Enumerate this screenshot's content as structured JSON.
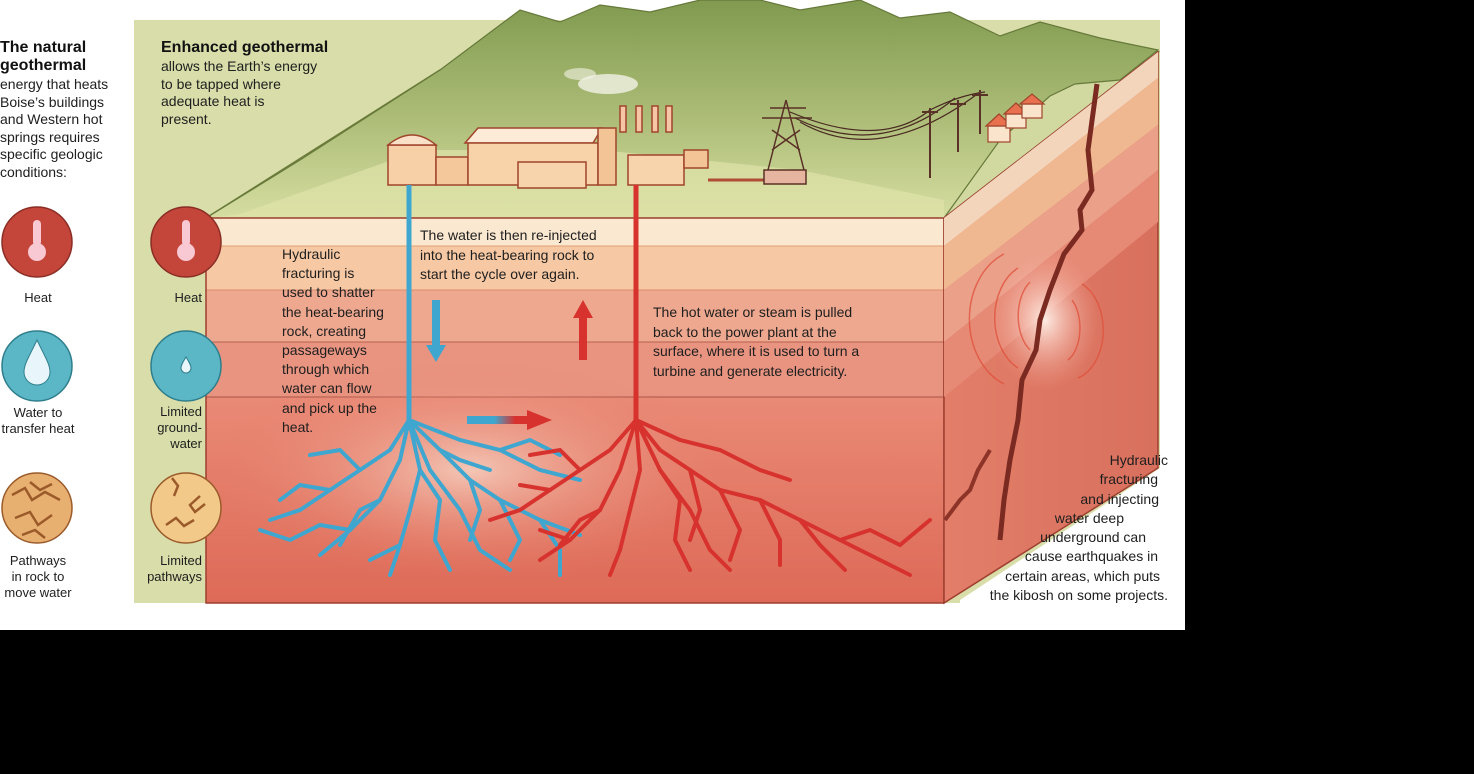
{
  "natural_panel": {
    "title": "The natural geothermal",
    "body": [
      "energy that heats",
      "Boise’s buildings",
      "and Western hot",
      "springs requires",
      "specific geologic",
      "conditions:"
    ],
    "title_lines": [
      "The natural",
      "geothermal"
    ],
    "conditions": [
      {
        "icon": "thermometer-icon",
        "label_lines": [
          "Heat"
        ]
      },
      {
        "icon": "water-drop-icon",
        "label_lines": [
          "Water to",
          "transfer heat"
        ]
      },
      {
        "icon": "rock-pathways-icon",
        "label_lines": [
          "Pathways",
          "in rock to",
          "move water"
        ]
      }
    ]
  },
  "enhanced_panel": {
    "title": "Enhanced geothermal",
    "body_lines": [
      "allows the Earth’s energy",
      "to be tapped where",
      "adequate heat is",
      "present."
    ],
    "conditions": [
      {
        "icon": "thermometer-icon",
        "label_lines": [
          "Heat"
        ]
      },
      {
        "icon": "small-water-drop-icon",
        "label_lines": [
          "Limited",
          "ground-",
          "water"
        ]
      },
      {
        "icon": "limited-pathways-icon",
        "label_lines": [
          "Limited",
          "pathways"
        ]
      }
    ]
  },
  "annotations": {
    "fracturing": [
      "Hydraulic",
      "fracturing is",
      "used to shatter",
      "the heat-bearing",
      "rock, creating",
      "passageways",
      "through which",
      "water can flow",
      "and pick up the",
      "heat."
    ],
    "reinjection": [
      "The water is then re-injected",
      "into the heat-bearing rock to",
      "start the cycle over again."
    ],
    "extraction": [
      "The hot water or steam is pulled",
      "back to the power plant at the",
      "surface, where it is used to turn a",
      "turbine and generate electricity."
    ],
    "earthquake": [
      "Hydraulic",
      "fracturing",
      "and injecting",
      "water deep",
      "underground can",
      "cause earthquakes in",
      "certain areas, which puts",
      "the kibosh on some projects."
    ]
  },
  "colors": {
    "panel_green": "#d9dda9",
    "grass": "#c7d39a",
    "mountain": "#9fb26a",
    "layer_1": "#fbe8d0",
    "layer_2": "#f6c9a4",
    "layer_3": "#eea88f",
    "layer_4": "#e89480",
    "layer_5": "#e0725f",
    "cold_water": "#3fa7cf",
    "hot_water": "#d7322e",
    "fault": "#7b2a22",
    "heat_icon": "#c4453a",
    "water_icon": "#5bb6c6",
    "rock_icon": "#f0c98a"
  }
}
